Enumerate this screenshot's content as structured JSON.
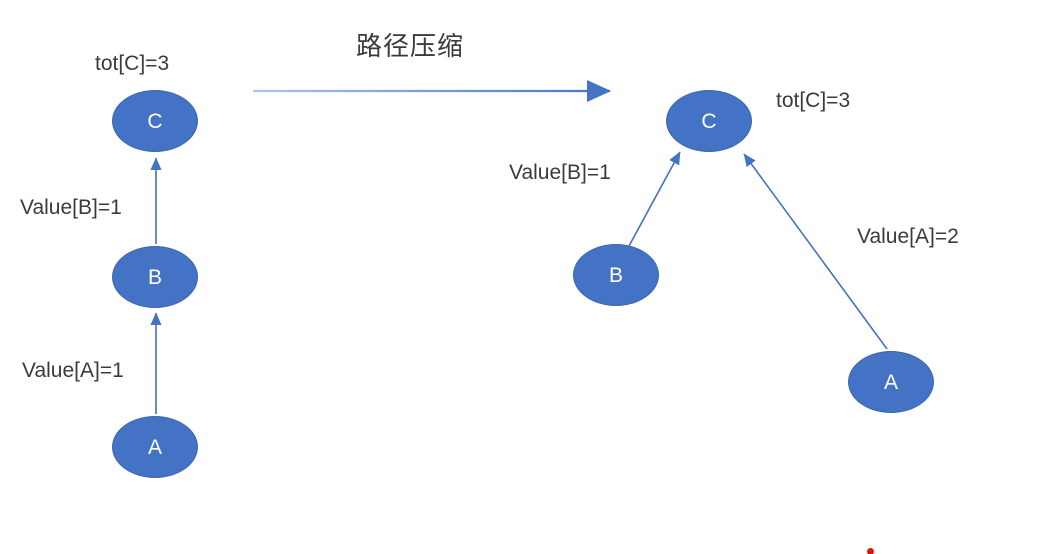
{
  "diagram": {
    "transform_label": "路径压缩",
    "before": {
      "nodes": {
        "c": "C",
        "b": "B",
        "a": "A"
      },
      "annotations": {
        "tot_c": "tot[C]=3",
        "value_b": "Value[B]=1",
        "value_a": "Value[A]=1"
      },
      "edges": [
        {
          "from": "A",
          "to": "B"
        },
        {
          "from": "B",
          "to": "C"
        }
      ]
    },
    "after": {
      "nodes": {
        "c": "C",
        "b": "B",
        "a": "A"
      },
      "annotations": {
        "tot_c": "tot[C]=3",
        "value_b": "Value[B]=1",
        "value_a": "Value[A]=2"
      },
      "edges": [
        {
          "from": "B",
          "to": "C"
        },
        {
          "from": "A",
          "to": "C"
        }
      ]
    }
  },
  "colors": {
    "node_fill": "#4472c4",
    "node_border": "#3a66b0",
    "arrow": "#4472c4",
    "arrow_light": "#aec6e8",
    "text": "#3b3b3b",
    "node_text": "#ffffff",
    "pointer_dot": "#e0150d"
  }
}
